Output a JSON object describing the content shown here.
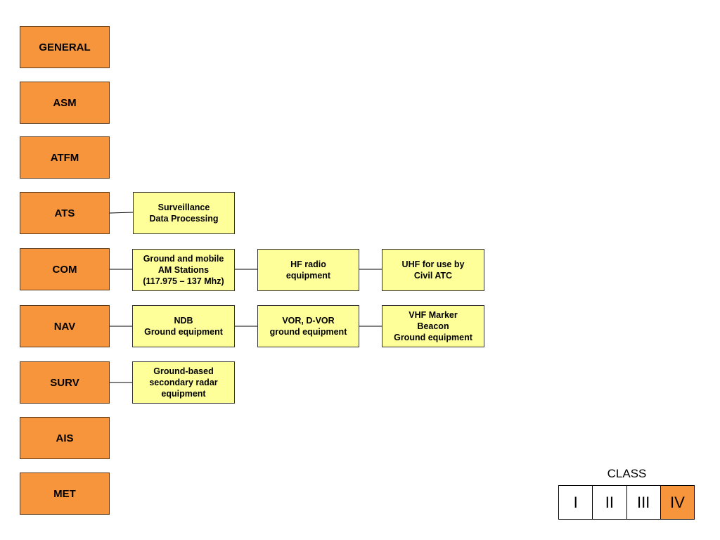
{
  "categories": [
    "GENERAL",
    "ASM",
    "ATFM",
    "ATS",
    "COM",
    "NAV",
    "SURV",
    "AIS",
    "MET"
  ],
  "items": {
    "ats": [
      "Surveillance\nData Processing"
    ],
    "com": [
      "Ground and mobile\nAM Stations\n(117.975 – 137 Mhz)",
      "HF radio\nequipment",
      "UHF for use by\nCivil ATC"
    ],
    "nav": [
      "NDB\nGround equipment",
      "VOR, D-VOR\nground equipment",
      "VHF Marker\nBeacon\nGround equipment"
    ],
    "surv": [
      "Ground-based\nsecondary radar\nequipment"
    ]
  },
  "class_legend": {
    "title": "CLASS",
    "levels": [
      "I",
      "II",
      "III",
      "IV"
    ],
    "highlighted": "IV"
  },
  "colors": {
    "category_fill": "#f7953d",
    "item_fill": "#ffff99",
    "highlight": "#f7953d"
  }
}
